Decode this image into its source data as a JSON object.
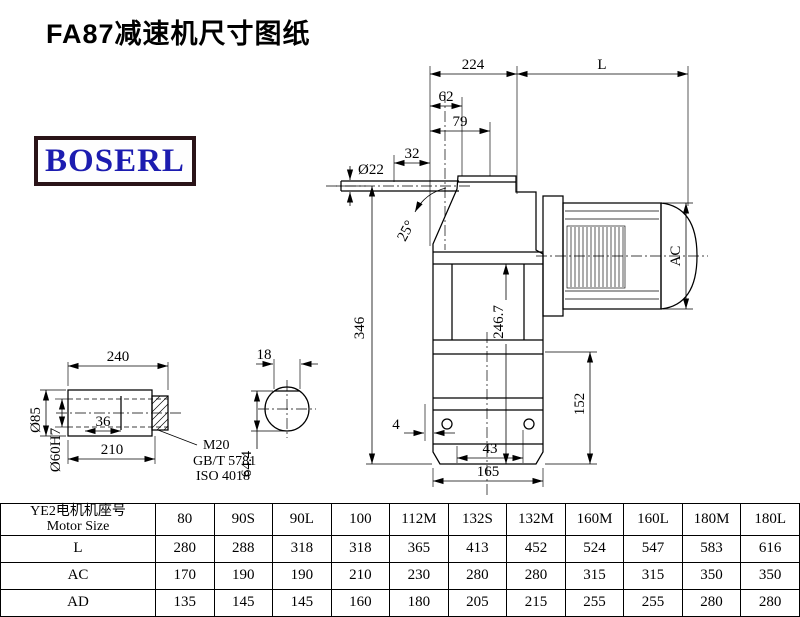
{
  "title": "FA87减速机尺寸图纸",
  "logo": "BOSERL",
  "colors": {
    "logo_text": "#1c1cb0",
    "logo_border": "#2a1418",
    "drawing_lines": "#000000"
  },
  "dims": {
    "d224": "224",
    "L": "L",
    "d62": "62",
    "d79": "79",
    "d32": "32",
    "dia22": "Ø22",
    "angle25": "25°",
    "d346": "346",
    "d246_7": "246.7",
    "ac": "AC",
    "d152": "152",
    "d4": "4",
    "d43": "43",
    "d165": "165",
    "d240": "240",
    "d210": "210",
    "d36": "36",
    "dia85": "Ø85",
    "dia60h7": "Ø60H7",
    "d18": "18",
    "d64_4": "64.4",
    "m20": "M20",
    "gbt5781": "GB/T 5781",
    "iso4018": "ISO 4018"
  },
  "table": {
    "header_cn": "YE2电机机座号",
    "header_en": "Motor Size",
    "sizes": [
      "80",
      "90S",
      "90L",
      "100",
      "112M",
      "132S",
      "132M",
      "160M",
      "160L",
      "180M",
      "180L"
    ],
    "rows": [
      {
        "label": "L",
        "values": [
          "280",
          "288",
          "318",
          "318",
          "365",
          "413",
          "452",
          "524",
          "547",
          "583",
          "616"
        ]
      },
      {
        "label": "AC",
        "values": [
          "170",
          "190",
          "190",
          "210",
          "230",
          "280",
          "280",
          "315",
          "315",
          "350",
          "350"
        ]
      },
      {
        "label": "AD",
        "values": [
          "135",
          "145",
          "145",
          "160",
          "180",
          "205",
          "215",
          "255",
          "255",
          "280",
          "280"
        ]
      }
    ]
  }
}
